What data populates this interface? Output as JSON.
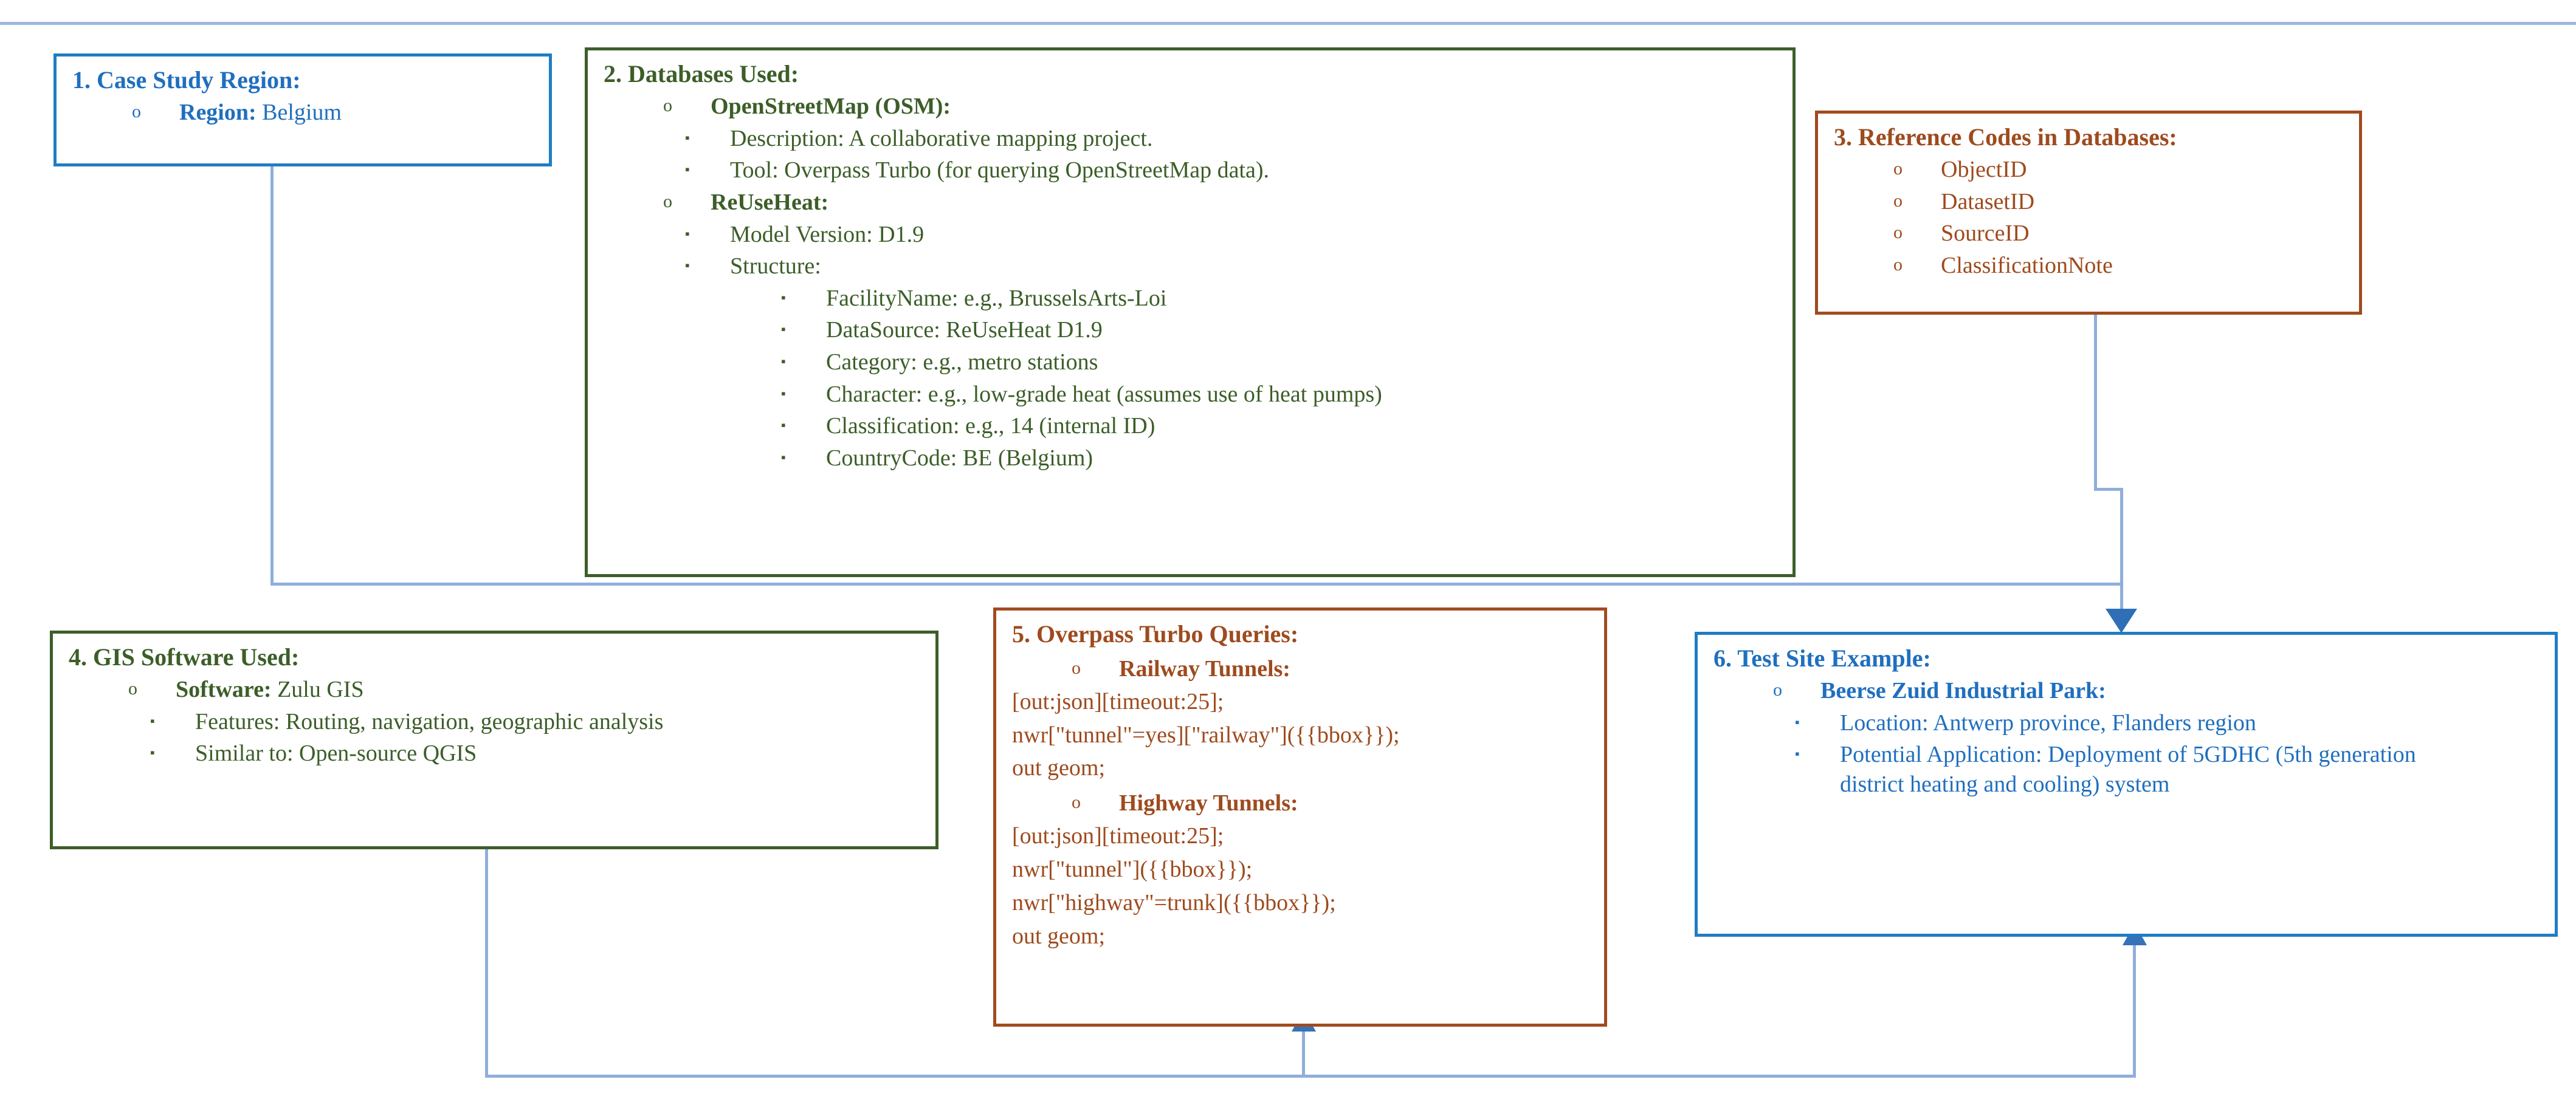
{
  "colors": {
    "blue": "#1F7DC4",
    "green": "#3C5E28",
    "brown": "#A14B20",
    "connector": "#8FAEDC",
    "arrow": "#2E6FB7"
  },
  "bullets": {
    "circle": "o",
    "square": "▪"
  },
  "boxes": {
    "box1": {
      "title": "1. Case Study Region:",
      "items": [
        {
          "label": "Region:",
          "value": " Belgium"
        }
      ]
    },
    "box2": {
      "title": "2. Databases Used:",
      "groups": [
        {
          "label": "OpenStreetMap (OSM):",
          "items": [
            "Description: A collaborative mapping project.",
            "Tool: Overpass Turbo (for querying OpenStreetMap data)."
          ]
        },
        {
          "label": "ReUseHeat:",
          "items": [
            "Model Version: D1.9",
            "Structure:"
          ],
          "structure": [
            "FacilityName: e.g., BrusselsArts-Loi",
            "DataSource: ReUseHeat D1.9",
            "Category: e.g., metro stations",
            "Character: e.g., low-grade heat (assumes use of heat pumps)",
            "Classification: e.g., 14 (internal ID)",
            "CountryCode: BE (Belgium)"
          ]
        }
      ]
    },
    "box3": {
      "title": "3. Reference Codes in Databases:",
      "items": [
        "ObjectID",
        "DatasetID",
        "SourceID",
        "ClassificationNote"
      ]
    },
    "box4": {
      "title": "4. GIS Software Used:",
      "software_label": "Software:",
      "software_value": " Zulu GIS",
      "items": [
        "Features: Routing, navigation, geographic analysis",
        "Similar to: Open-source QGIS"
      ]
    },
    "box5": {
      "title": "5. Overpass Turbo Queries:",
      "queries": [
        {
          "name": "Railway Tunnels:",
          "lines": [
            "[out:json][timeout:25];",
            "nwr[\"tunnel\"=yes][\"railway\"]({{bbox}});",
            "out geom;"
          ]
        },
        {
          "name": "Highway Tunnels:",
          "lines": [
            "[out:json][timeout:25];",
            "nwr[\"tunnel\"]({{bbox}});",
            "nwr[\"highway\"=trunk]({{bbox}});",
            "out geom;"
          ]
        }
      ]
    },
    "box6": {
      "title": "6. Test Site Example:",
      "site": "Beerse Zuid Industrial Park:",
      "items": [
        "Location: Antwerp province, Flanders region",
        "Potential Application: Deployment of 5GDHC (5th generation district heating and cooling) system"
      ]
    }
  }
}
